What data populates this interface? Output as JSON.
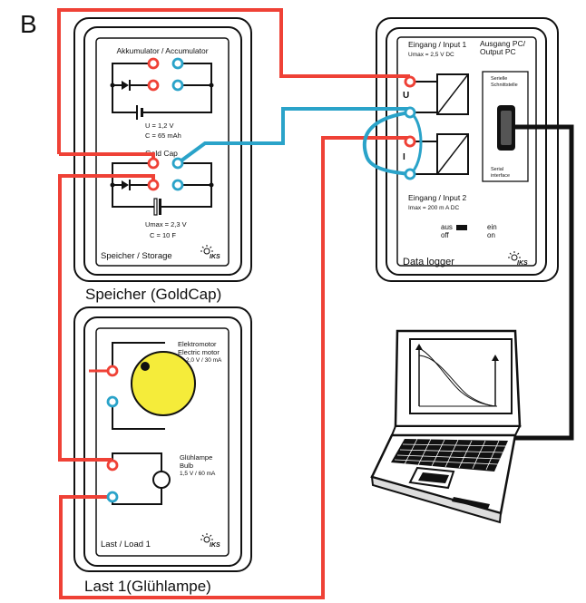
{
  "figure_label": "B",
  "colors": {
    "red_wire": "#ef4136",
    "cyan_wire": "#2aa3c9",
    "motor": "#f5ec3a",
    "panel_border": "#111111"
  },
  "storage": {
    "akku_title": "Akkumulator / Accumulator",
    "akku_u": "U = 1,2 V",
    "akku_c": "C =  65 mAh",
    "gold_title": "Gold Cap",
    "gold_umax": "Umax = 2,3 V",
    "gold_c": "C = 10 F",
    "panel_footer": "Speicher / Storage",
    "caption": "Speicher (GoldCap)",
    "brand": "IKS"
  },
  "load": {
    "motor_title_de": "Elektromotor",
    "motor_title_en": "Electric motor",
    "motor_rating": "2,0 V / 30 mA",
    "bulb_title_de": "Glühlampe",
    "bulb_title_en": "Bulb",
    "bulb_rating": "1,5 V / 60 mA",
    "panel_footer": "Last / Load 1",
    "caption": "Last 1(Glühlampe)",
    "brand": "IKS"
  },
  "logger": {
    "input1_title": "Eingang / Input 1",
    "input1_umax": "Umax = 2,5 V DC",
    "output_title_de": "Ausgang PC/",
    "output_title_en": "Output PC",
    "serial_de_1": "Serielle",
    "serial_de_2": "Schnittstelle",
    "serial_en_1": "Serial",
    "serial_en_2": "interface",
    "u_label": "U",
    "i_label": "I",
    "input2_title": "Eingang / Input 2",
    "input2_imax": "Imax = 200 m A DC",
    "switch_off_de": "aus",
    "switch_off_en": "off",
    "switch_on_de": "ein",
    "switch_on_en": "on",
    "footer": "Data logger",
    "brand": "IKS"
  }
}
